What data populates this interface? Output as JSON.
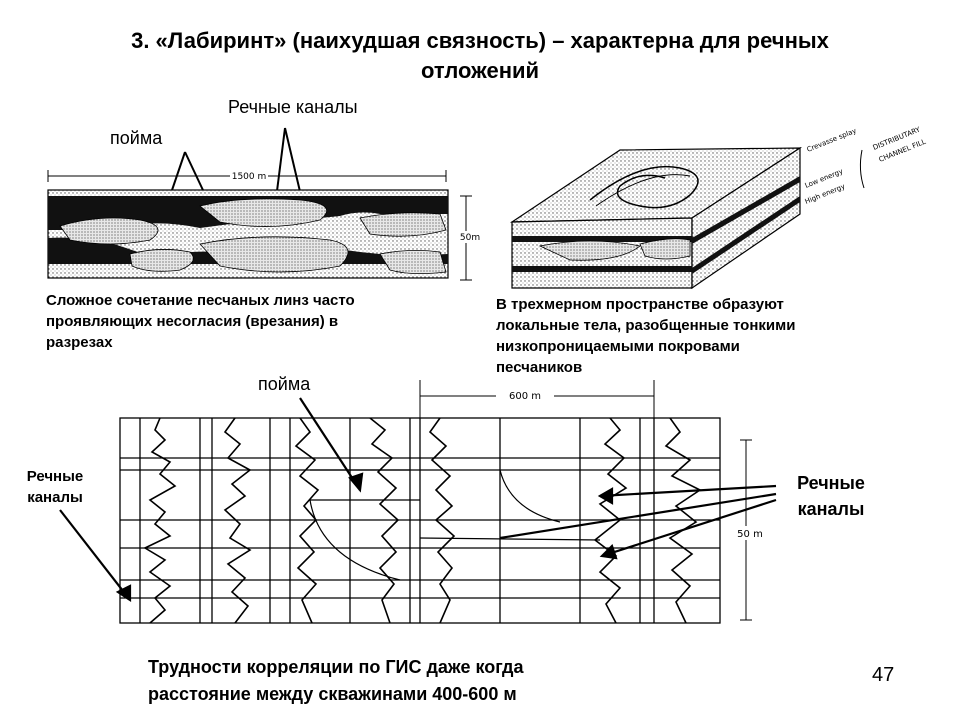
{
  "slide": {
    "title_line1": "3. «Лабиринт» (наихудшая связность) – характерна для речных",
    "title_line2": "отложений",
    "page_number": "47"
  },
  "fig1": {
    "label_channels": "Речные каналы",
    "label_floodplain": "пойма",
    "scale_width": "1500 m",
    "scale_height": "50m",
    "caption_lines": [
      "Сложное сочетание песчаных линз часто",
      "проявляющих несогласия (врезания) в",
      "разрезах"
    ]
  },
  "fig2": {
    "legend_crevasse": "Crevasse splay",
    "legend_low": "Low energy",
    "legend_high": "High energy",
    "legend_group1": "DISTRIBUTARY",
    "legend_group2": "CHANNEL FILL",
    "caption_lines": [
      "В трехмерном пространстве образуют",
      "локальные тела, разобщенные тонкими",
      "низкопроницаемыми покровами",
      "песчаников"
    ]
  },
  "fig3": {
    "label_floodplain": "пойма",
    "label_channels_left_1": "Речные",
    "label_channels_left_2": "каналы",
    "label_channels_right_1": "Речные",
    "label_channels_right_2": "каналы",
    "scale_width": "600 m",
    "scale_height": "50 m",
    "caption_lines": [
      "Трудности корреляции по ГИС даже когда",
      "расстояние между скважинами 400-600 м"
    ]
  }
}
